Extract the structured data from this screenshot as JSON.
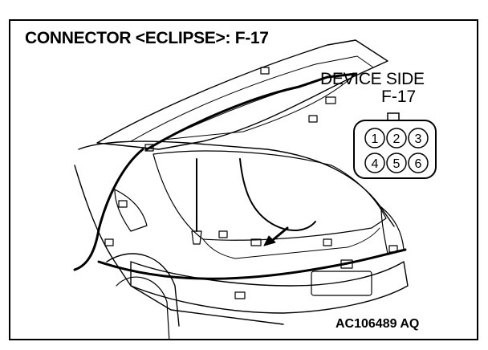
{
  "title": "CONNECTOR <ECLIPSE>: F-17",
  "device_side_label": "DEVICE SIDE",
  "device_id": "F-17",
  "reference_code": "AC106489 AQ",
  "connector": {
    "pins": [
      "1",
      "2",
      "3",
      "4",
      "5",
      "6"
    ]
  }
}
